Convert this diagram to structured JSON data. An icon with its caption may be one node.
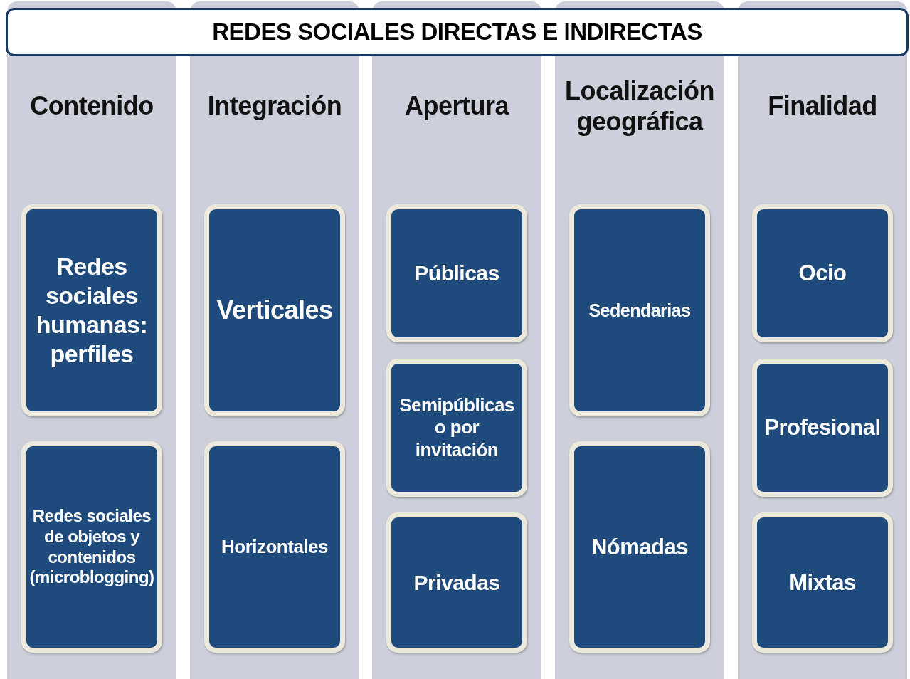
{
  "diagram": {
    "nodes": [
      {
        "text": [
          "REDES SOCIALES DIRECTAS E INDIRECTAS"
        ]
      },
      {
        "text": [
          "Contenido"
        ]
      },
      {
        "text": [
          "Redes sociales humanas: perfiles"
        ],
        "in": 1
      },
      {
        "text": [
          "Redes sociales de objetos y contenidos (microblogging)"
        ],
        "in": 1
      },
      {
        "text": [
          "Integración"
        ]
      },
      {
        "text": [
          "Verticales"
        ],
        "in": 4
      },
      {
        "text": [
          "Horizontales"
        ],
        "in": 4
      },
      {
        "text": [
          "Apertura"
        ]
      },
      {
        "text": [
          "Públicas"
        ],
        "in": 7
      },
      {
        "text": [
          "Semipúblicas o por invitación"
        ],
        "in": 7
      },
      {
        "text": [
          "Privadas"
        ],
        "in": 7
      },
      {
        "text": [
          "Localización geográfica"
        ]
      },
      {
        "text": [
          "Sedendarias"
        ],
        "in": 11
      },
      {
        "text": [
          "Nómadas"
        ],
        "in": 11
      },
      {
        "text": [
          "Finalidad"
        ]
      },
      {
        "text": [
          "Ocio"
        ],
        "in": 14
      },
      {
        "text": [
          "Profesional"
        ],
        "in": 14
      },
      {
        "text": [
          "Mixtas"
        ],
        "in": 14
      }
    ]
  }
}
